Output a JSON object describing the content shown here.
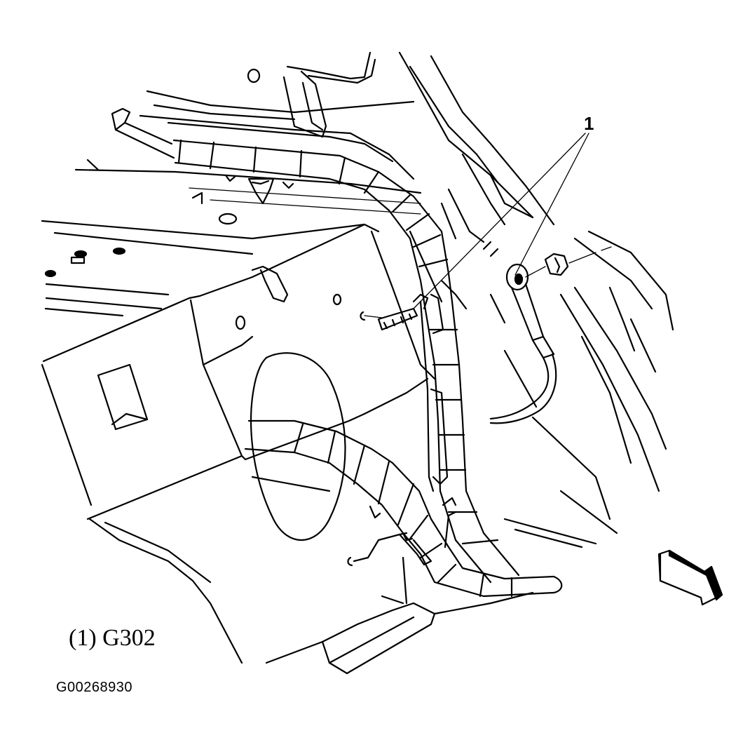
{
  "callout": {
    "number": "1"
  },
  "caption": "(1) G302",
  "figure_id": "G00268930"
}
